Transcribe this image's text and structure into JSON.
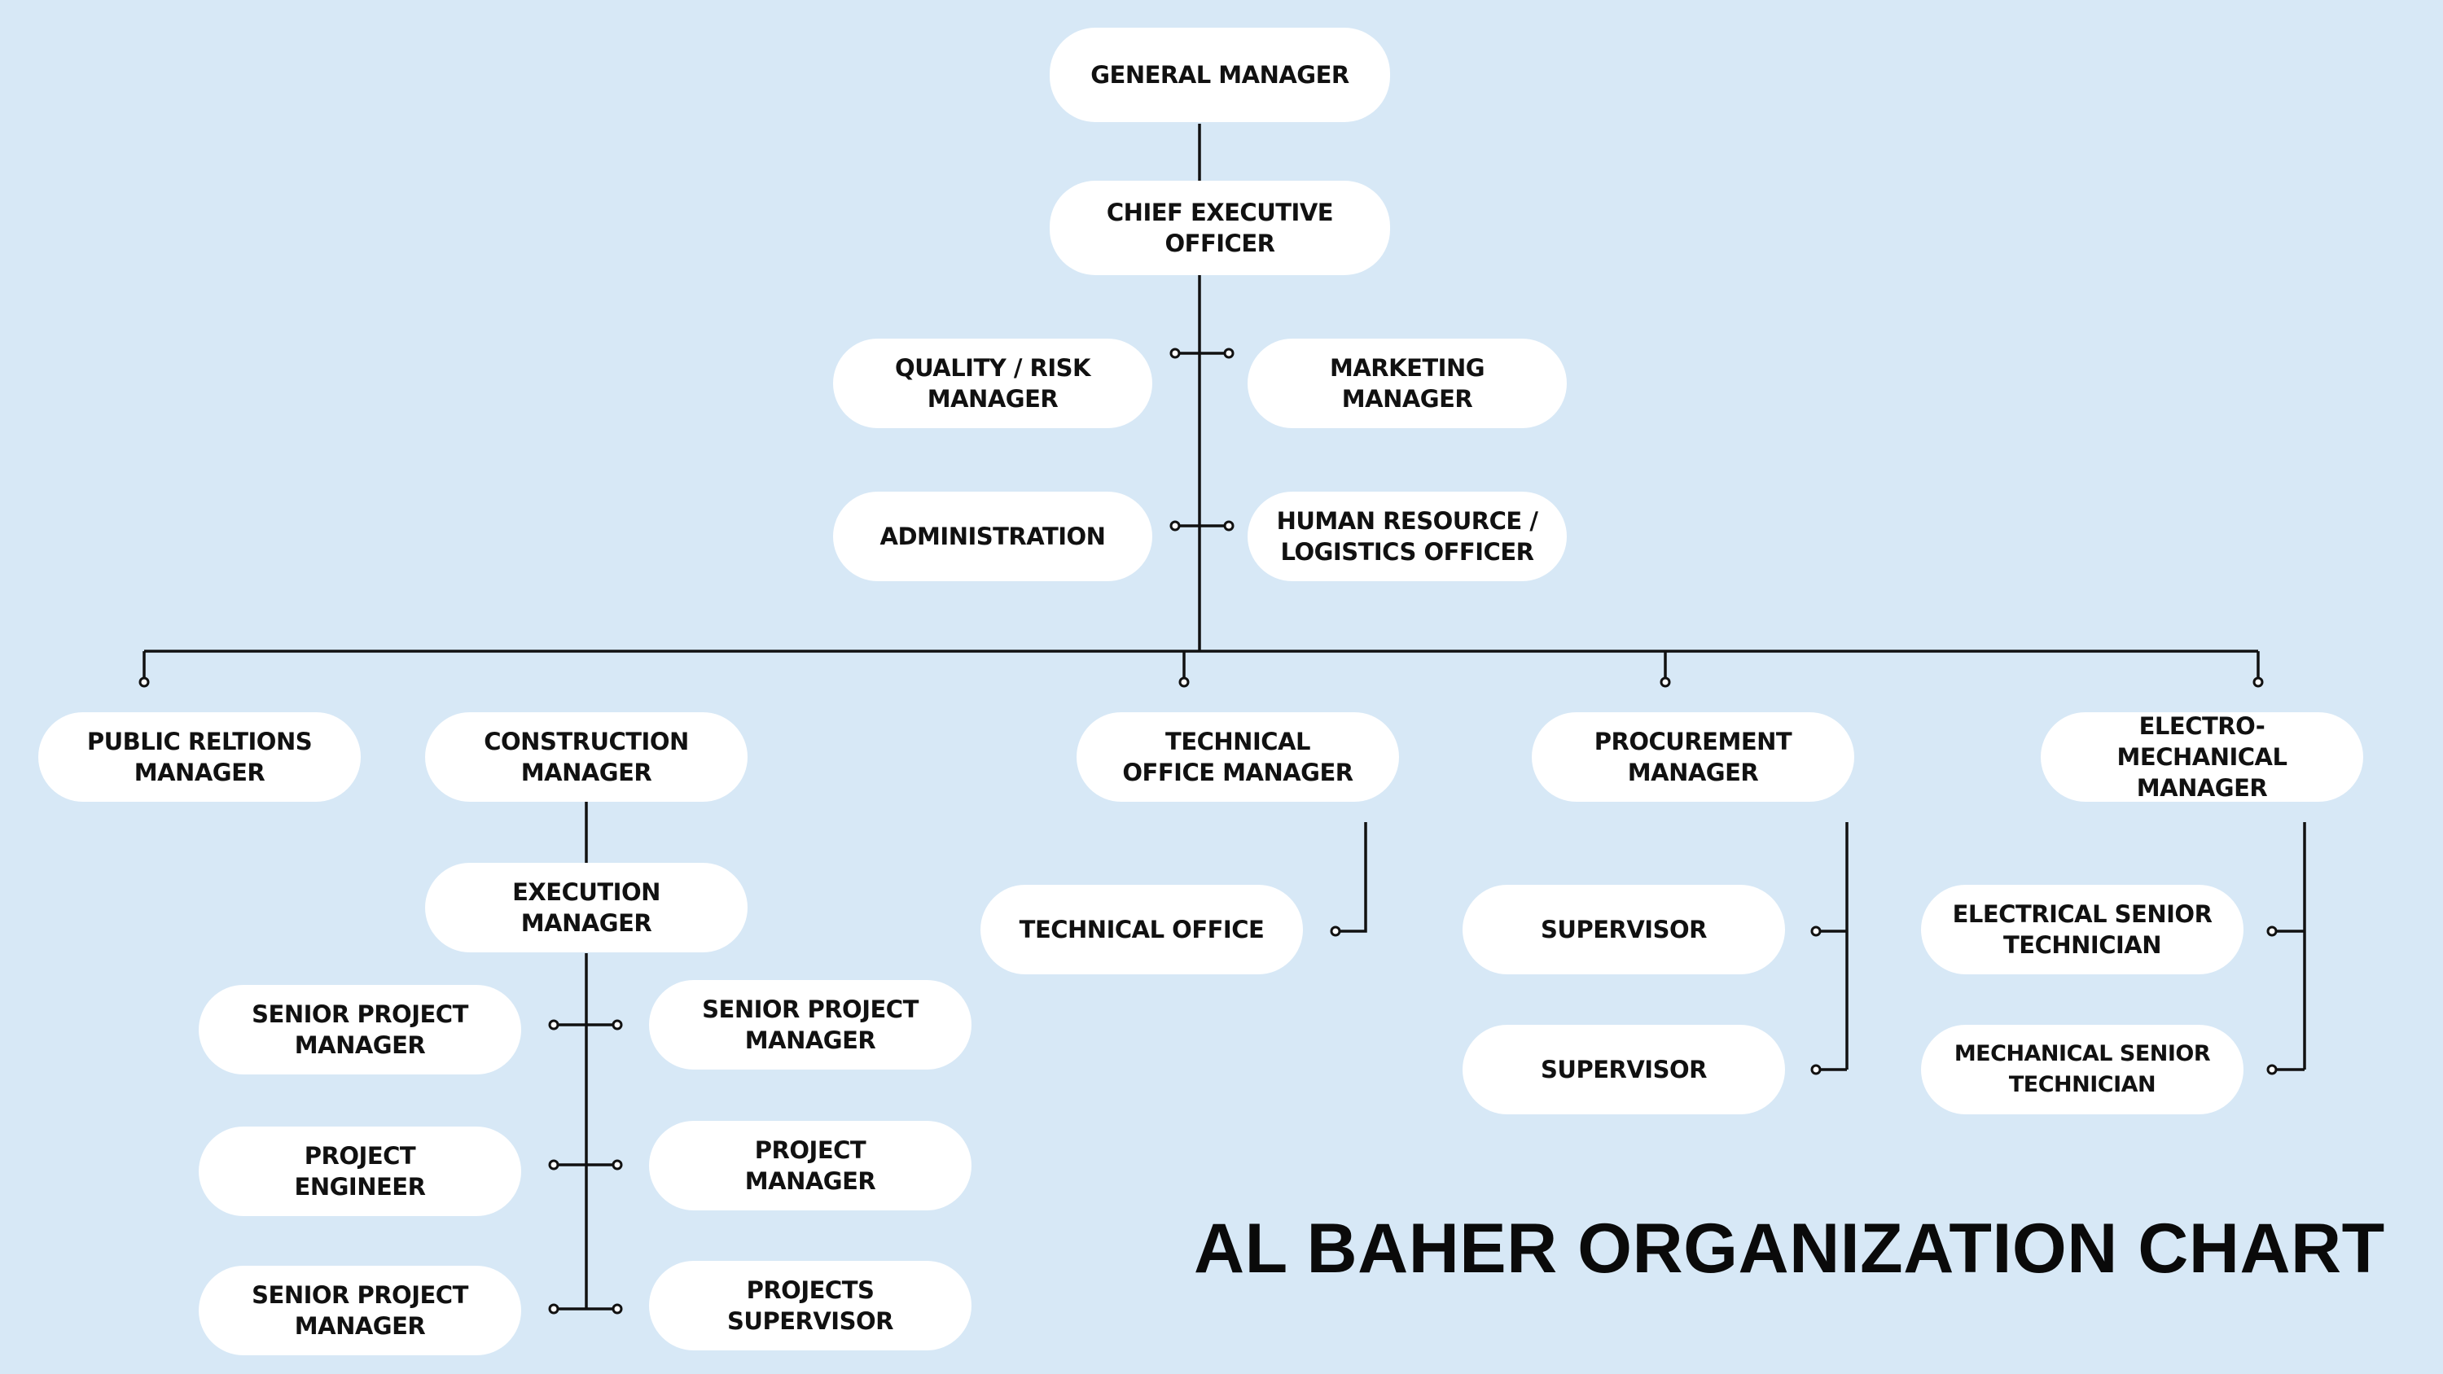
{
  "title": "AL BAHER ORGANIZATION CHART",
  "colors": {
    "background": "#d7e8f6",
    "node": "#ffffff",
    "line": "#111111",
    "text": "#111111"
  },
  "nodes": {
    "general_manager": "GENERAL MANAGER",
    "ceo": "CHIEF EXECUTIVE\nOFFICER",
    "quality_risk": "QUALITY / RISK\nMANAGER",
    "marketing": "MARKETING\nMANAGER",
    "administration": "ADMINISTRATION",
    "hr_logistics": "HUMAN RESOURCE /\nLOGISTICS OFFICER",
    "public_relations": "PUBLIC RELTIONS\nMANAGER",
    "construction": "CONSTRUCTION\nMANAGER",
    "execution": "EXECUTION\nMANAGER",
    "senior_pm_left_1": "SENIOR PROJECT\nMANAGER",
    "senior_pm_right_1": "SENIOR PROJECT\nMANAGER",
    "project_engineer": "PROJECT\nENGINEER",
    "project_manager": "PROJECT\nMANAGER",
    "senior_pm_left_2": "SENIOR PROJECT\nMANAGER",
    "projects_supervisor": "PROJECTS\nSUPERVISOR",
    "technical_office_manager": "TECHNICAL\nOFFICE MANAGER",
    "technical_office": "TECHNICAL OFFICE",
    "procurement": "PROCUREMENT\nMANAGER",
    "supervisor_1": "SUPERVISOR",
    "supervisor_2": "SUPERVISOR",
    "electro_mechanical": "ELECTRO-MECHANICAL\nMANAGER",
    "electrical_senior_tech": "ELECTRICAL SENIOR\nTECHNICIAN",
    "mechanical_senior_tech": "MECHANICAL SENIOR\nTECHNICIAN"
  }
}
